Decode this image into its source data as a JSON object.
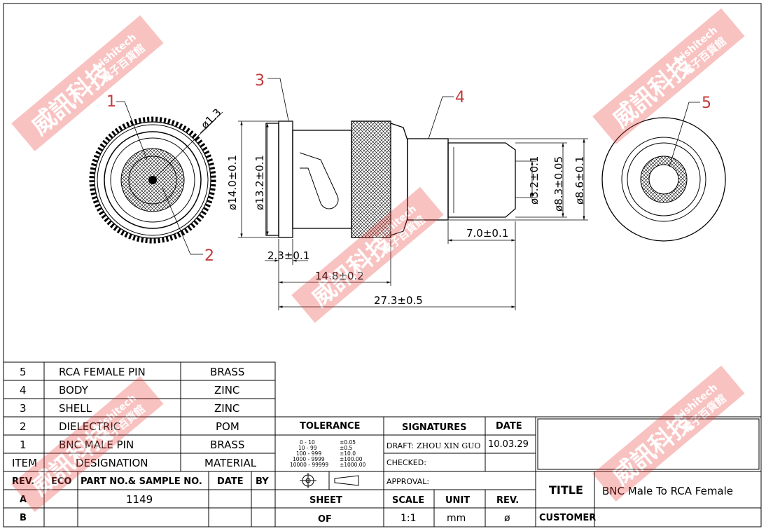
{
  "balloons": [
    "1",
    "2",
    "3",
    "4",
    "5"
  ],
  "dims": {
    "d13": "ø1.3",
    "d14": "ø14.0±0.1",
    "d132": "ø13.2±0.1",
    "d32": "ø3.2±0.1",
    "d83": "ø8.3±0.05",
    "d86": "ø8.6±0.1",
    "l70": "7.0±0.1",
    "l23": "2.3±0.1",
    "l148": "14.8±0.2",
    "l273": "27.3±0.5"
  },
  "bom": {
    "rows": [
      {
        "item": "5",
        "designation": "RCA  FEMALE  PIN",
        "material": "BRASS"
      },
      {
        "item": "4",
        "designation": "BODY",
        "material": "ZINC"
      },
      {
        "item": "3",
        "designation": "SHELL",
        "material": "ZINC"
      },
      {
        "item": "2",
        "designation": "DIELECTRIC",
        "material": "POM"
      },
      {
        "item": "1",
        "designation": "BNC  MALE  PIN",
        "material": "BRASS"
      }
    ],
    "header": {
      "item": "ITEM",
      "designation": "DESIGNATION",
      "material": "MATERIAL"
    }
  },
  "rev_table": {
    "headers": [
      "REV.",
      "ECO",
      "PART NO.& SAMPLE NO.",
      "DATE",
      "BY"
    ],
    "rows": [
      {
        "rev": "A",
        "part": "1149"
      },
      {
        "rev": "B",
        "part": ""
      }
    ]
  },
  "tolerance": {
    "title": "TOLERANCE",
    "ranges": [
      "0  -  10",
      "10  -  99",
      "100  -  999",
      "1000  -  9999",
      "10000  -  99999"
    ],
    "values": [
      "±0.05",
      "±0.5",
      "±10.0",
      "±100.00",
      "±1000.00"
    ],
    "sheet": "SHEET",
    "of": "OF"
  },
  "signatures": {
    "title": "SIGNATURES",
    "date_header": "DATE",
    "draft": "DRAFT:",
    "draft_name": "ZHOU XIN GUO",
    "draft_date": "10.03.29",
    "checked": "CHECKED:",
    "approval": "APPROVAL:",
    "scale_label": "SCALE",
    "scale": "1:1",
    "unit_label": "UNIT",
    "unit": "mm",
    "rev_label": "REV.",
    "rev": "ø"
  },
  "title_block": {
    "title_label": "TITLE",
    "title": "BNC  Male  To  RCA  Female",
    "customer_label": "CUSTOMER"
  },
  "watermark": {
    "main": "威訊科技",
    "brand": "wishitech",
    "sub": "電子百貨館",
    "color": "#e8413c"
  }
}
